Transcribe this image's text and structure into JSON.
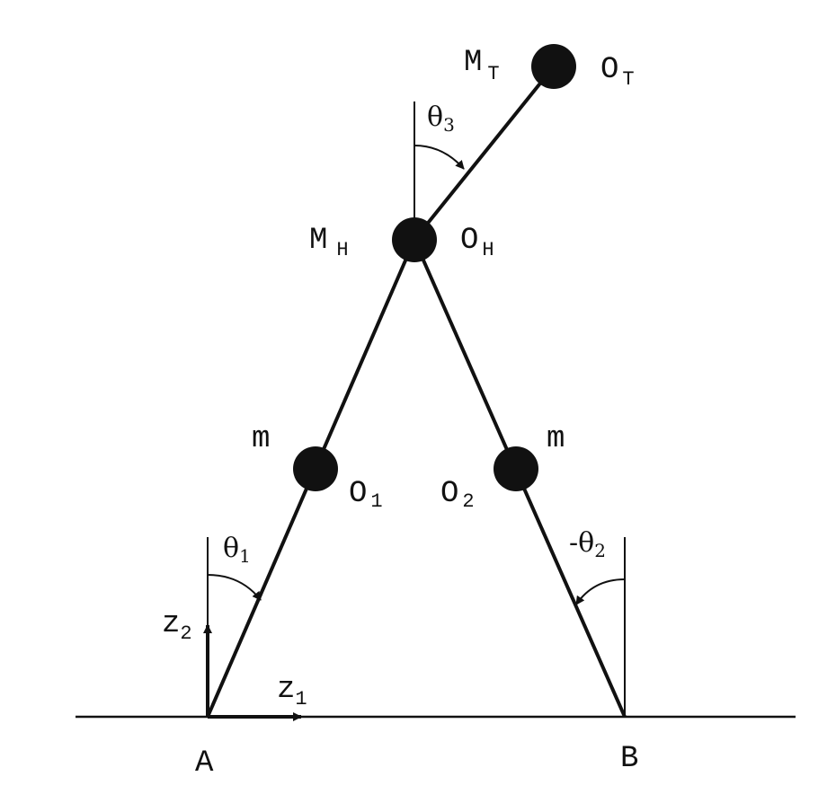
{
  "masses": {
    "torso": {
      "main": "M",
      "sub": "T"
    },
    "hip": {
      "main": "M",
      "sub": "H"
    },
    "leg1": "m",
    "leg2": "m"
  },
  "points": {
    "torso": {
      "main": "O",
      "sub": "T"
    },
    "hip": {
      "main": "O",
      "sub": "H"
    },
    "leg1": {
      "main": "O",
      "sub": "1"
    },
    "leg2": {
      "main": "O",
      "sub": "2"
    }
  },
  "angles": {
    "theta1": {
      "main": "θ",
      "sub": "1"
    },
    "theta2": {
      "main": "-θ",
      "sub": "2"
    },
    "theta3": {
      "main": "θ",
      "sub": "3"
    }
  },
  "axes": {
    "z1": {
      "main": "z",
      "sub": "1"
    },
    "z2": {
      "main": "z",
      "sub": "2"
    }
  },
  "feet": {
    "a": "A",
    "b": "B"
  }
}
